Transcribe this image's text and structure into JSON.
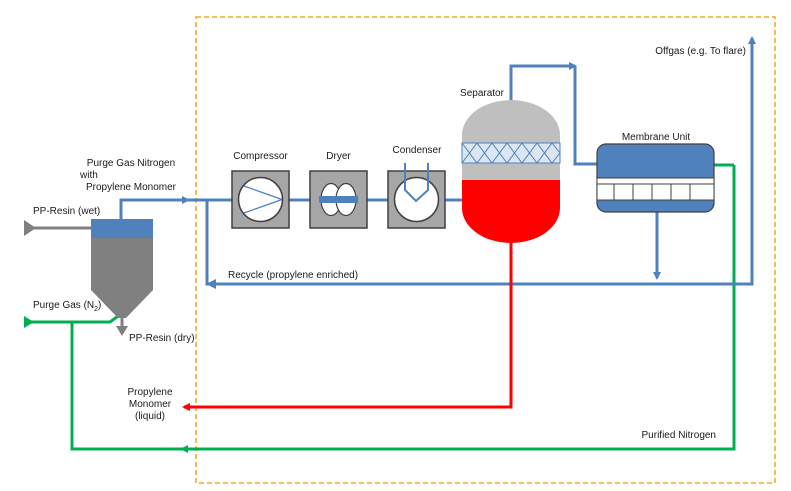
{
  "labels": {
    "purge_gas_line1": "Purge Gas Nitrogen",
    "purge_gas_line2": "with",
    "purge_gas_line3": "Propylene Monomer",
    "pp_resin_wet": "PP-Resin (wet)",
    "purge_gas_n2": "Purge Gas (N",
    "purge_gas_n2_sub": "2",
    "purge_gas_n2_end": ")",
    "pp_resin_dry": "PP-Resin (dry)",
    "compressor": "Compressor",
    "dryer": "Dryer",
    "condenser": "Condenser",
    "separator": "Separator",
    "membrane_unit": "Membrane Unit",
    "offgas": "Offgas (e.g. To flare)",
    "recycle": "Recycle (propylene enriched)",
    "propylene_line1": "Propylene",
    "propylene_line2": "Monomer",
    "propylene_line3": "(liquid)",
    "purified_nitrogen": "Purified Nitrogen"
  },
  "colors": {
    "gas_line": "#4f81bd",
    "liquid_line": "#ff0000",
    "nitrogen_line": "#00b050",
    "boundary": "#f5b642",
    "equipment_gray": "#808080",
    "liquid_fill": "#ff0000"
  }
}
